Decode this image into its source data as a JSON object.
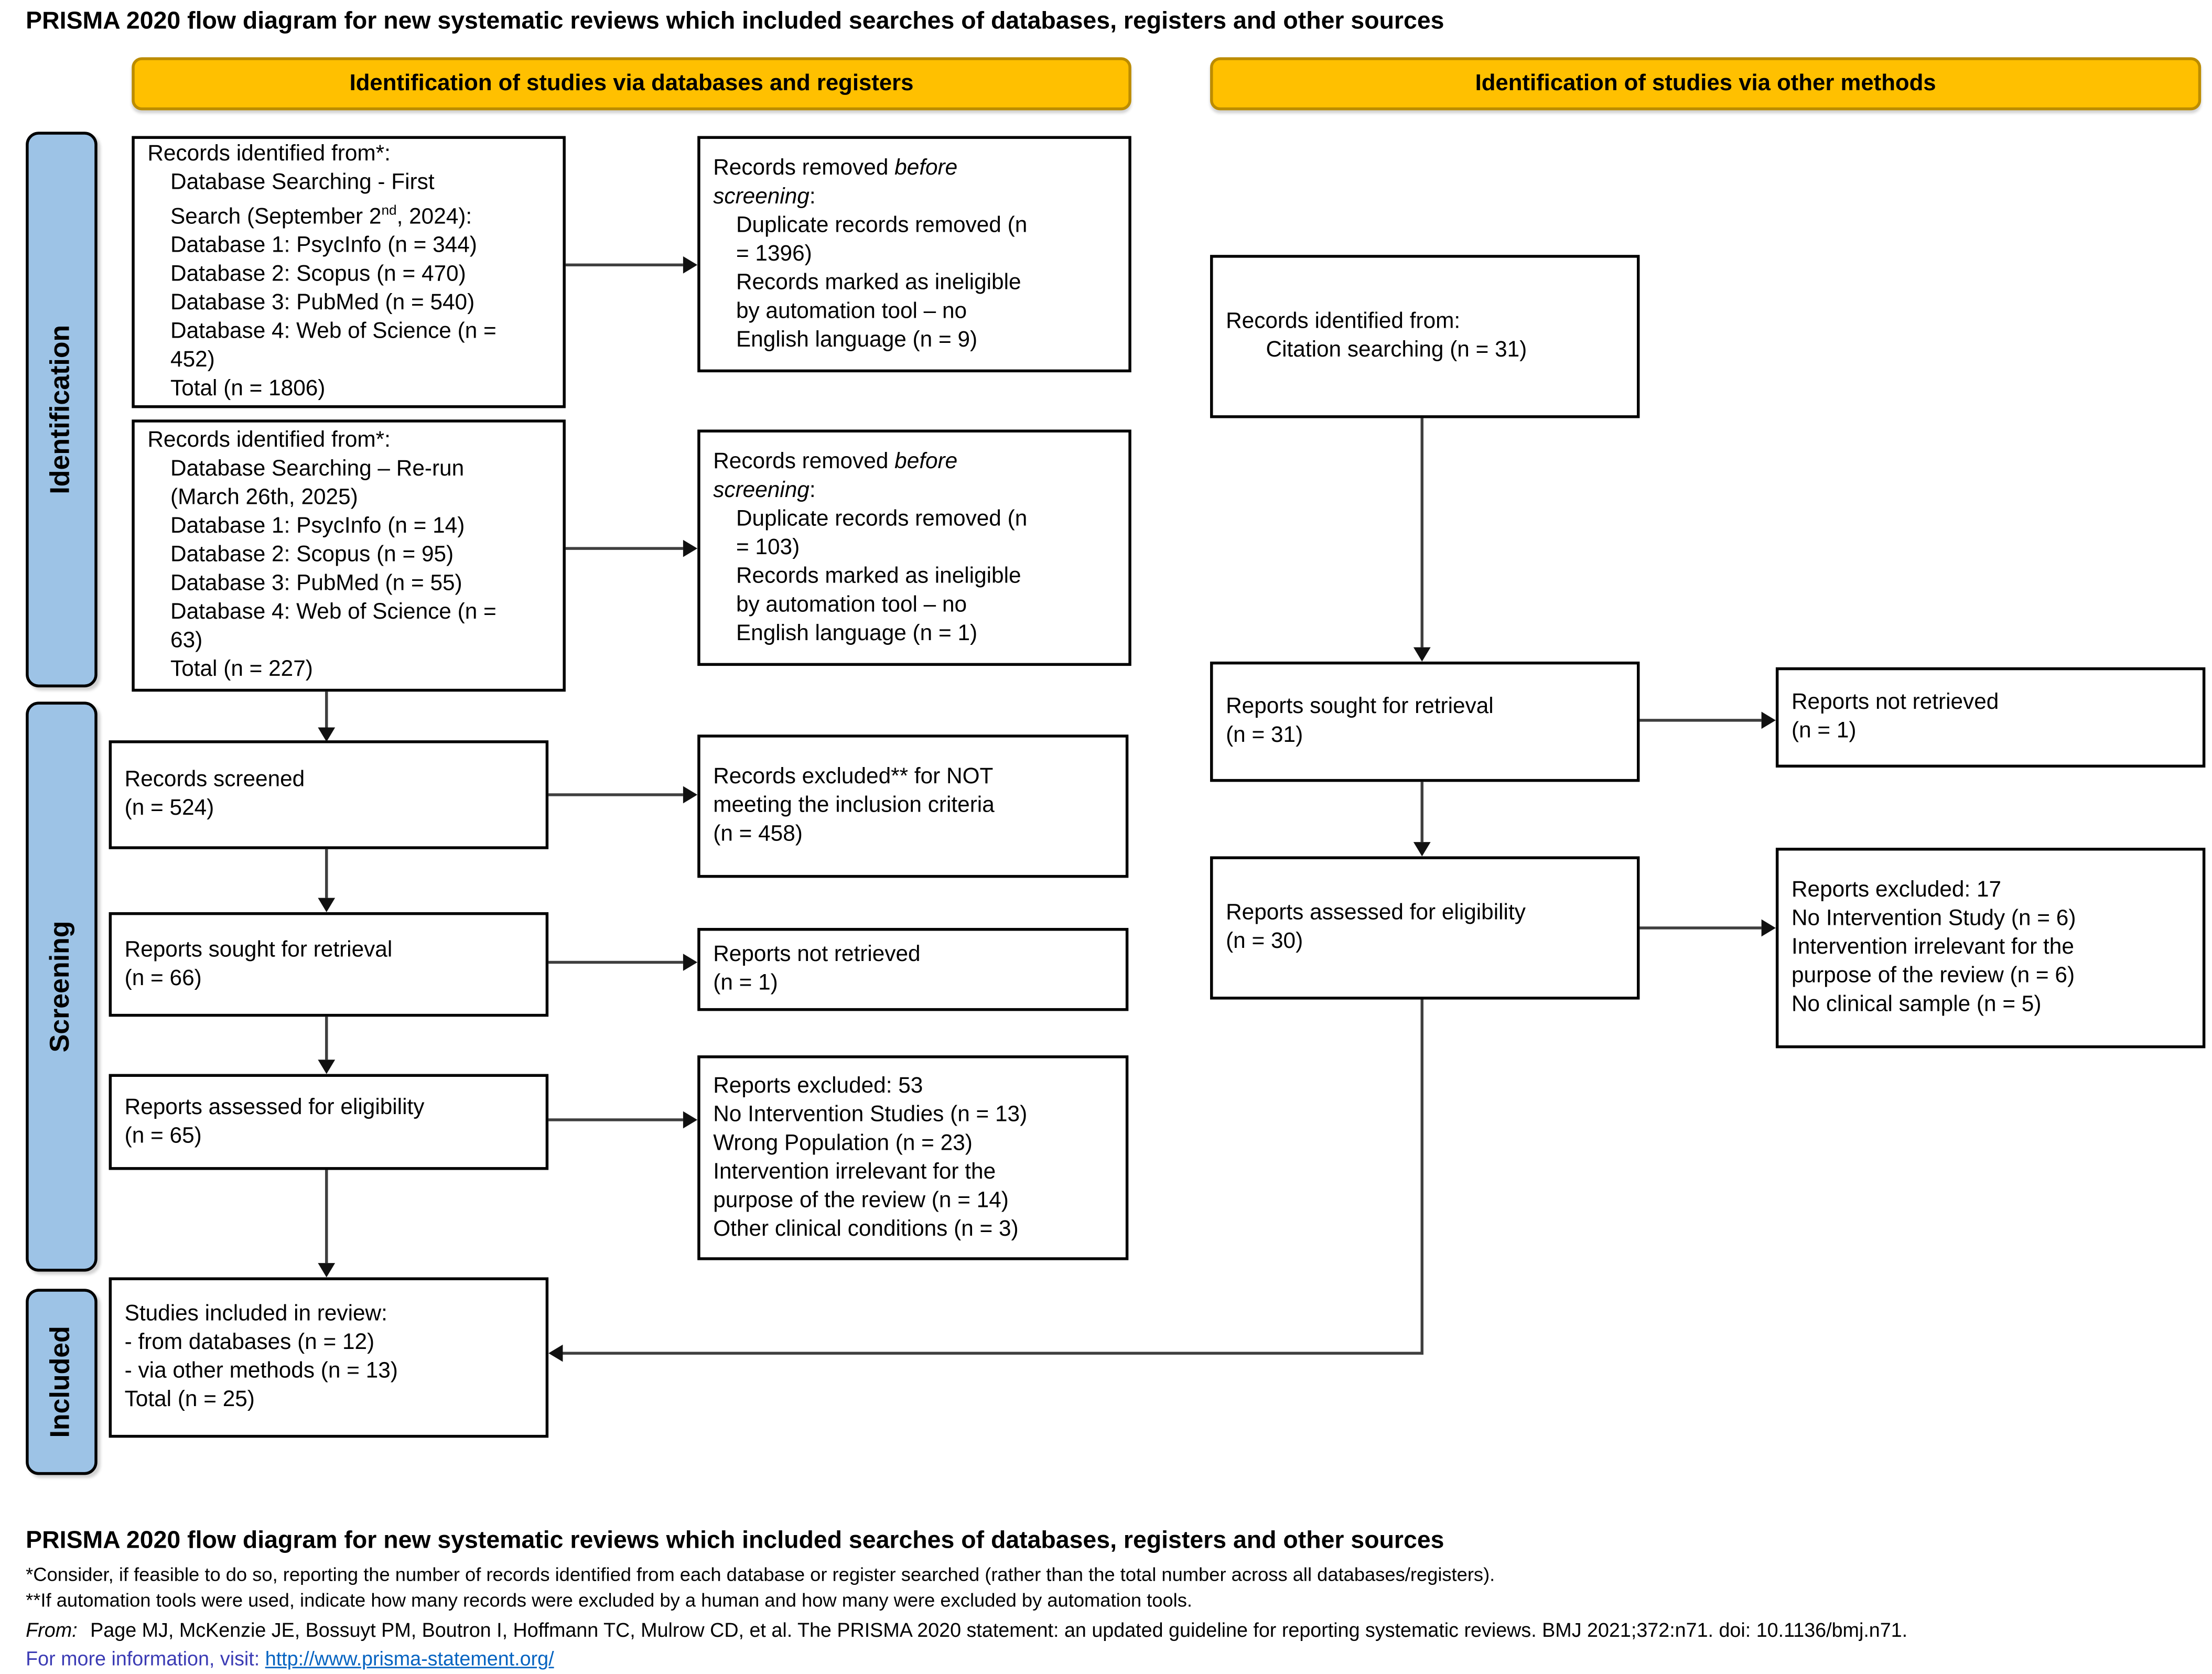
{
  "header": {
    "title": "PRISMA 2020 flow diagram for new systematic reviews which included searches of databases, registers and other sources"
  },
  "banners": {
    "left": "Identification of studies via databases and registers",
    "right": "Identification of studies via other methods"
  },
  "stages": {
    "identification": "Identification",
    "screening": "Screening",
    "included": "Included"
  },
  "boxes": {
    "db_first": {
      "title": "Records identified from*:",
      "l1": "Database Searching - First",
      "l2_pre": "Search (September 2",
      "l2_sup": "nd",
      "l2_post": ", 2024):",
      "l3": "Database 1: PsycInfo (n = 344)",
      "l4": "Database 2: Scopus (n = 470)",
      "l5": "Database 3: PubMed (n = 540)",
      "l6": "Database 4: Web of Science (n =",
      "l7": "452)",
      "l8": "Total (n = 1806)"
    },
    "removed_first": {
      "t1": "Records removed ",
      "t1_italic": "before",
      "t2_italic": "screening",
      "t2_colon": ":",
      "l1": "Duplicate records removed (n",
      "l2": "= 1396)",
      "l3": "Records marked as ineligible",
      "l4": "by automation tool – no",
      "l5": "English language (n = 9)"
    },
    "db_rerun": {
      "title": "Records identified from*:",
      "l1": "Database Searching – Re-run",
      "l2": "(March 26th, 2025)",
      "l3": "Database 1: PsycInfo (n = 14)",
      "l4": "Database 2: Scopus (n = 95)",
      "l5": "Database 3: PubMed (n = 55)",
      "l6": "Database 4: Web of Science (n =",
      "l7": "63)",
      "l8": "Total (n = 227)"
    },
    "removed_rerun": {
      "t1": "Records removed ",
      "t1_italic": "before",
      "t2_italic": "screening",
      "t2_colon": ":",
      "l1": "Duplicate records removed (n",
      "l2": "= 103)",
      "l3": "Records marked as ineligible",
      "l4": "by automation tool – no",
      "l5": "English language (n = 1)"
    },
    "citation": {
      "l0": "Records identified from:",
      "l1": "Citation searching (n = 31)"
    },
    "records_screened": {
      "l0": "Records screened",
      "l1": "(n = 524)"
    },
    "records_excluded": {
      "l0": "Records excluded** for NOT",
      "l1": "meeting the inclusion criteria",
      "l2": "(n = 458)"
    },
    "reports_sought": {
      "l0": "Reports sought for retrieval",
      "l1": "(n = 66)"
    },
    "reports_not_retrieved": {
      "l0": "Reports not retrieved",
      "l1": "(n = 1)"
    },
    "reports_assessed": {
      "l0": "Reports assessed for eligibility",
      "l1": "(n = 65)"
    },
    "reports_excluded_53": {
      "l0": "Reports excluded: 53",
      "l1": "No Intervention Studies (n = 13)",
      "l2": "Wrong Population (n = 23)",
      "l3": "Intervention irrelevant for the",
      "l4": "purpose of the review (n = 14)",
      "l5": "Other clinical conditions (n = 3)"
    },
    "sought_other": {
      "l0": "Reports sought for retrieval",
      "l1": "(n = 31)"
    },
    "not_retrieved_other": {
      "l0": "Reports not retrieved",
      "l1": "(n = 1)"
    },
    "assessed_other": {
      "l0": "Reports assessed for eligibility",
      "l1": "(n = 30)"
    },
    "reports_excluded_17": {
      "l0": "Reports excluded: 17",
      "l1": "No Intervention Study (n = 6)",
      "l2": "Intervention irrelevant for the",
      "l3": "purpose of the review (n = 6)",
      "l4": "No clinical sample (n = 5)"
    },
    "included_review": {
      "l0": "Studies included in review:",
      "l1": "- from databases (n = 12)",
      "l2": "- via other methods (n = 13)",
      "l3": "Total (n = 25)"
    }
  },
  "footer": {
    "title": "PRISMA 2020 flow diagram for new systematic reviews which included searches of databases, registers and other sources",
    "note1": "*Consider, if feasible to do so, reporting the number of records identified from each database or register searched (rather than the total number across all databases/registers).",
    "note2": "**If automation tools were used, indicate how many records were excluded by a human and how many were excluded by automation tools.",
    "from_label": "From:",
    "citation": "Page MJ, McKenzie JE, Bossuyt PM, Boutron I, Hoffmann TC, Mulrow CD, et al. The PRISMA 2020 statement: an updated guideline for reporting systematic reviews. BMJ 2021;372:n71. doi: 10.1136/bmj.n71.",
    "info_label": "For more information, visit:",
    "link": "http://www.prisma-statement.org/"
  },
  "colors": {
    "banner_fill": "#FFC000",
    "banner_border": "#BC8C00",
    "stage_fill": "#9DC3E6",
    "info_text": "#3B3BB4",
    "link": "#0563C1"
  }
}
